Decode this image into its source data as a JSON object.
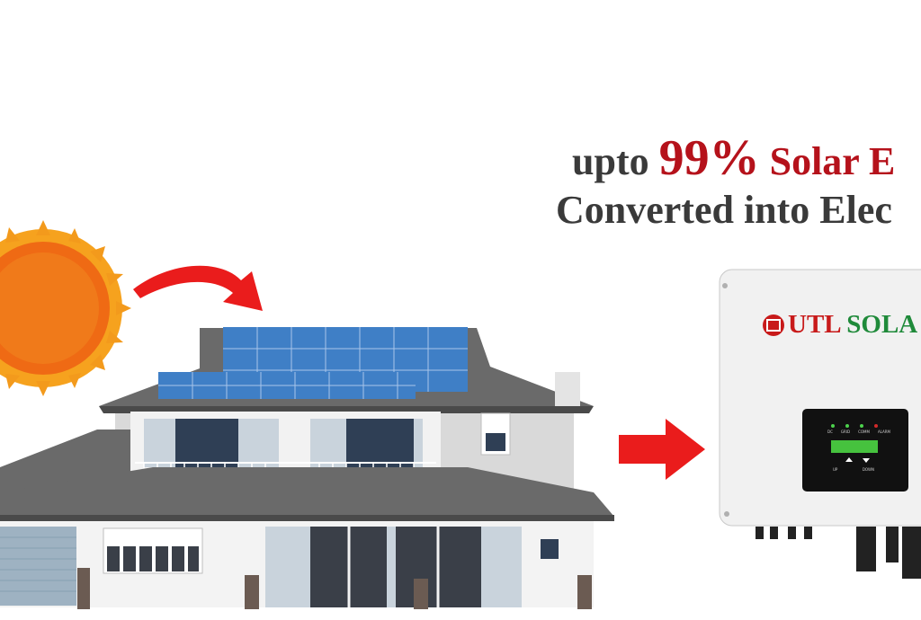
{
  "headline": {
    "prefix": "upto",
    "percent": "99%",
    "line1_rest": "Solar E",
    "line2": "Converted into Elec"
  },
  "inverter": {
    "brand_left": "UTL",
    "brand_right": "SOLA",
    "indicators": [
      "DC",
      "GRID",
      "COMM",
      "ALARM"
    ],
    "buttons": [
      "UP",
      "DOWN"
    ]
  },
  "colors": {
    "accent_red": "#b5121b",
    "text_grey": "#3a3a3a",
    "brand_green": "#1f8a3a",
    "sun_orange": "#f07a1a",
    "panel_blue": "#3f7fc6"
  },
  "icons": [
    "sun-icon",
    "curved-arrow-icon",
    "right-arrow-icon",
    "house-illustration",
    "inverter-illustration"
  ]
}
